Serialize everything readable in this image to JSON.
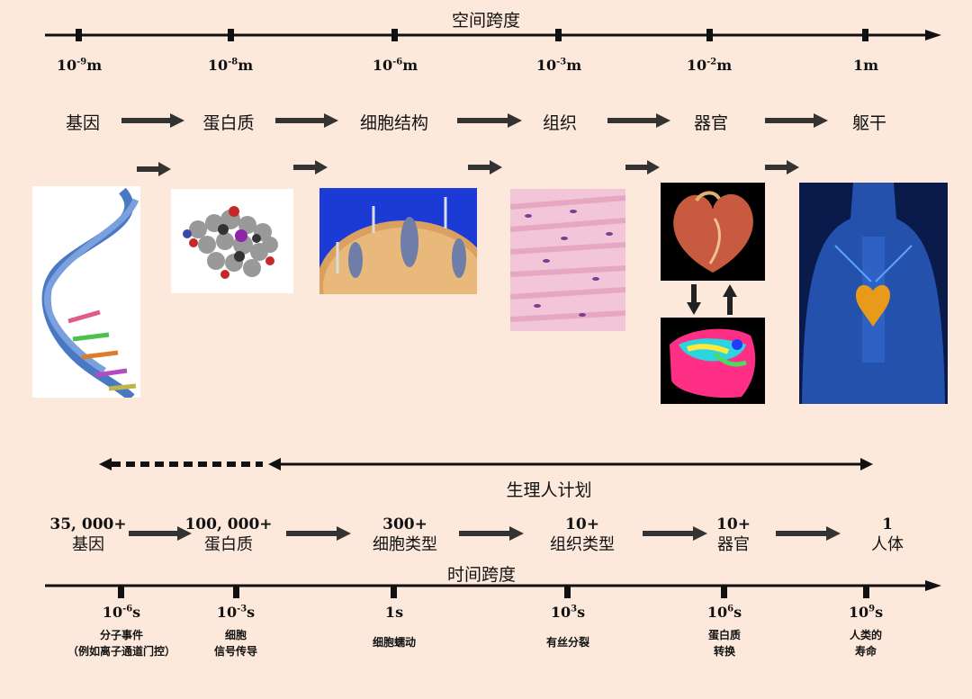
{
  "spatial": {
    "title": "空间跨度",
    "ticks": [
      {
        "base": "10",
        "exp": "-9",
        "unit": "m"
      },
      {
        "base": "10",
        "exp": "-8",
        "unit": "m"
      },
      {
        "base": "10",
        "exp": "-6",
        "unit": "m"
      },
      {
        "base": "10",
        "exp": "-3",
        "unit": "m"
      },
      {
        "base": "10",
        "exp": "-2",
        "unit": "m"
      },
      {
        "base": "",
        "exp": "",
        "unit": "1m"
      }
    ]
  },
  "levels": [
    "基因",
    "蛋白质",
    "细胞结构",
    "组织",
    "器官",
    "躯干"
  ],
  "images": [
    {
      "name": "dna-helix-image"
    },
    {
      "name": "protein-molecule-image"
    },
    {
      "name": "cell-membrane-image"
    },
    {
      "name": "tissue-image"
    },
    {
      "name": "heart-image"
    },
    {
      "name": "heart-heatmap-image"
    },
    {
      "name": "human-body-image"
    }
  ],
  "physiome": {
    "label": "生理人计划"
  },
  "counts": [
    {
      "num": "35, 000+",
      "name": "基因"
    },
    {
      "num": "100, 000+",
      "name": "蛋白质"
    },
    {
      "num": "300+",
      "name": "细胞类型"
    },
    {
      "num": "10+",
      "name": "组织类型"
    },
    {
      "num": "10+",
      "name": "器官"
    },
    {
      "num": "1",
      "name": "人体"
    }
  ],
  "temporal": {
    "title": "时间跨度",
    "ticks": [
      {
        "base": "10",
        "exp": "-6",
        "unit": "s",
        "event1": "分子事件",
        "event2": "（例如离子通道门控）"
      },
      {
        "base": "10",
        "exp": "-3",
        "unit": "s",
        "event1": "细胞",
        "event2": "信号传导"
      },
      {
        "base": "",
        "exp": "",
        "unit": "1s",
        "event1": "细胞蠕动",
        "event2": ""
      },
      {
        "base": "10",
        "exp": "3",
        "unit": "s",
        "event1": "有丝分裂",
        "event2": ""
      },
      {
        "base": "10",
        "exp": "6",
        "unit": "s",
        "event1": "蛋白质",
        "event2": "转换"
      },
      {
        "base": "10",
        "exp": "9",
        "unit": "s",
        "event1": "人类的",
        "event2": "寿命"
      }
    ]
  }
}
